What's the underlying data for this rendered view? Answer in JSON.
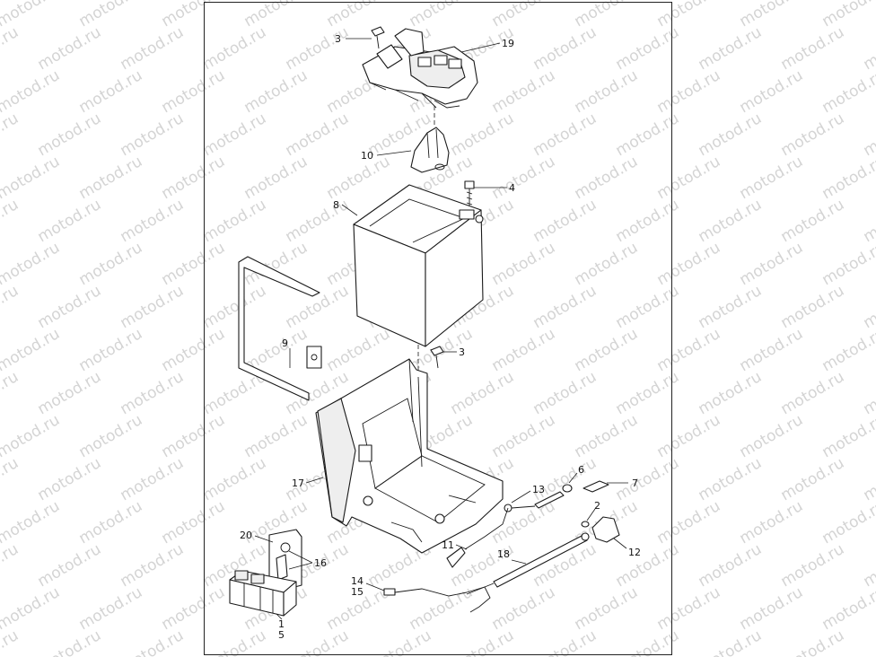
{
  "watermark": {
    "text": "motod.ru"
  },
  "callouts": {
    "c1": "1",
    "c2": "2",
    "c3a": "3",
    "c3b": "3",
    "c4": "4",
    "c5": "5",
    "c6": "6",
    "c7": "7",
    "c8": "8",
    "c9": "9",
    "c10": "10",
    "c11": "11",
    "c12": "12",
    "c13": "13",
    "c14": "14",
    "c15": "15",
    "c16": "16",
    "c17": "17",
    "c18": "18",
    "c19": "19",
    "c20": "20"
  }
}
